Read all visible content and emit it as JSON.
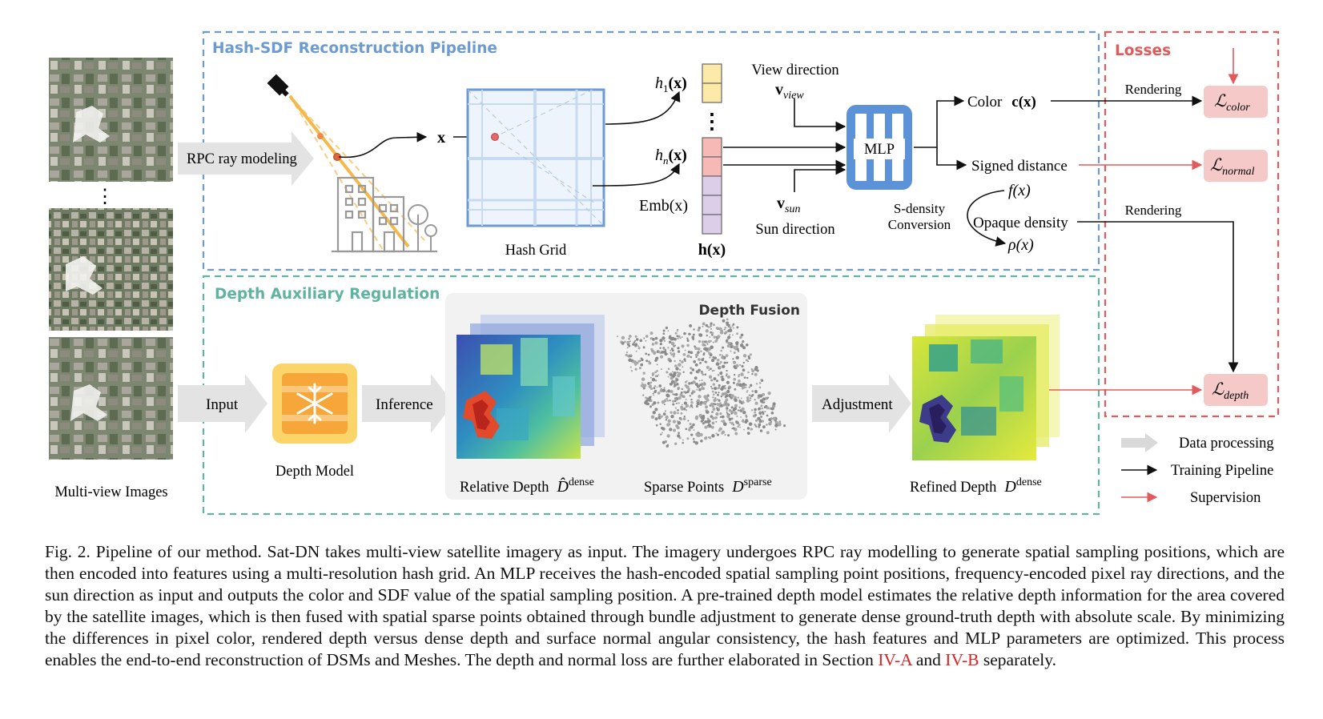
{
  "colors": {
    "pipeline_blue": "#6b9bd1",
    "regulation_green": "#5fb3a0",
    "losses_red": "#e05b5b",
    "mlp_blue": "#5b92d8",
    "loss_box_fill": "#f6c9c9",
    "arrow_gray": "#d9d9d9",
    "freeze_orange": "#f7a73a"
  },
  "icons": [
    "camera-icon",
    "building-icon",
    "snowflake-icon",
    "tree-icon"
  ],
  "sections": {
    "pipeline_title": "Hash-SDF Reconstruction Pipeline",
    "regulation_title": "Depth Auxiliary Regulation",
    "losses_title": "Losses"
  },
  "images": {
    "multiview_label": "Multi-view Images",
    "dots": "⋮"
  },
  "pipeline": {
    "rpc_label": "RPC ray modeling",
    "x_label": "x",
    "hash_grid_label": "Hash Grid",
    "h1": "h",
    "h1_sub": "1",
    "h1_arg": "(x)",
    "hn": "h",
    "hn_sub": "n",
    "hn_arg": "(x)",
    "emb": "Emb(x)",
    "hx": "h(x)",
    "vdots": "⋮",
    "view_direction": "View direction",
    "v_view": "v",
    "v_view_sub": "view",
    "v_sun": "v",
    "v_sun_sub": "sun",
    "sun_direction": "Sun direction",
    "mlp": "MLP",
    "sdensity_1": "S-density",
    "sdensity_2": "Conversion",
    "color": "Color",
    "color_fx": "c(x)",
    "signed_distance": "Signed distance",
    "fx": "f(x)",
    "opaque_density": "Opaque density",
    "rho": "ρ(x)",
    "rendering_1": "Rendering",
    "rendering_2": "Rendering"
  },
  "losses": {
    "color_loss": "ℒ",
    "color_loss_sub": "color",
    "normal_loss": "ℒ",
    "normal_loss_sub": "normal",
    "depth_loss": "ℒ",
    "depth_loss_sub": "depth"
  },
  "regulation": {
    "input": "Input",
    "depth_model": "Depth Model",
    "inference": "Inference",
    "depth_fusion": "Depth Fusion",
    "relative_depth": "Relative Depth",
    "relative_sym": "D̂",
    "relative_sup": "dense",
    "sparse_points": "Sparse Points",
    "sparse_sym": "D",
    "sparse_sup": "sparse",
    "adjustment": "Adjustment",
    "refined_depth": "Refined Depth",
    "refined_sym": "D",
    "refined_sup": "dense"
  },
  "legend": {
    "data_processing": "Data processing",
    "training_pipeline": "Training Pipeline",
    "supervision": "Supervision"
  },
  "caption": {
    "text": "Fig. 2.  Pipeline of our method. Sat-DN takes multi-view satellite imagery as input. The imagery undergoes RPC ray modelling to generate spatial sampling positions, which are then encoded into features using a multi-resolution hash grid. An MLP receives the hash-encoded spatial sampling point positions, frequency-encoded pixel ray directions, and the sun direction as input and outputs the color and SDF value of the spatial sampling position. A pre-trained depth model estimates the relative depth information for the area covered by the satellite images, which is then fused with spatial sparse points obtained through bundle adjustment to generate dense ground-truth depth with absolute scale. By minimizing the differences in pixel color, rendered depth versus dense depth and surface normal angular consistency, the hash features and MLP parameters are optimized. This process enables the end-to-end reconstruction of DSMs and Meshes. The depth and normal loss are further elaborated in Section",
    "ref1": "IV-A",
    "and": " and ",
    "ref2": "IV-B",
    "tail": " separately."
  }
}
